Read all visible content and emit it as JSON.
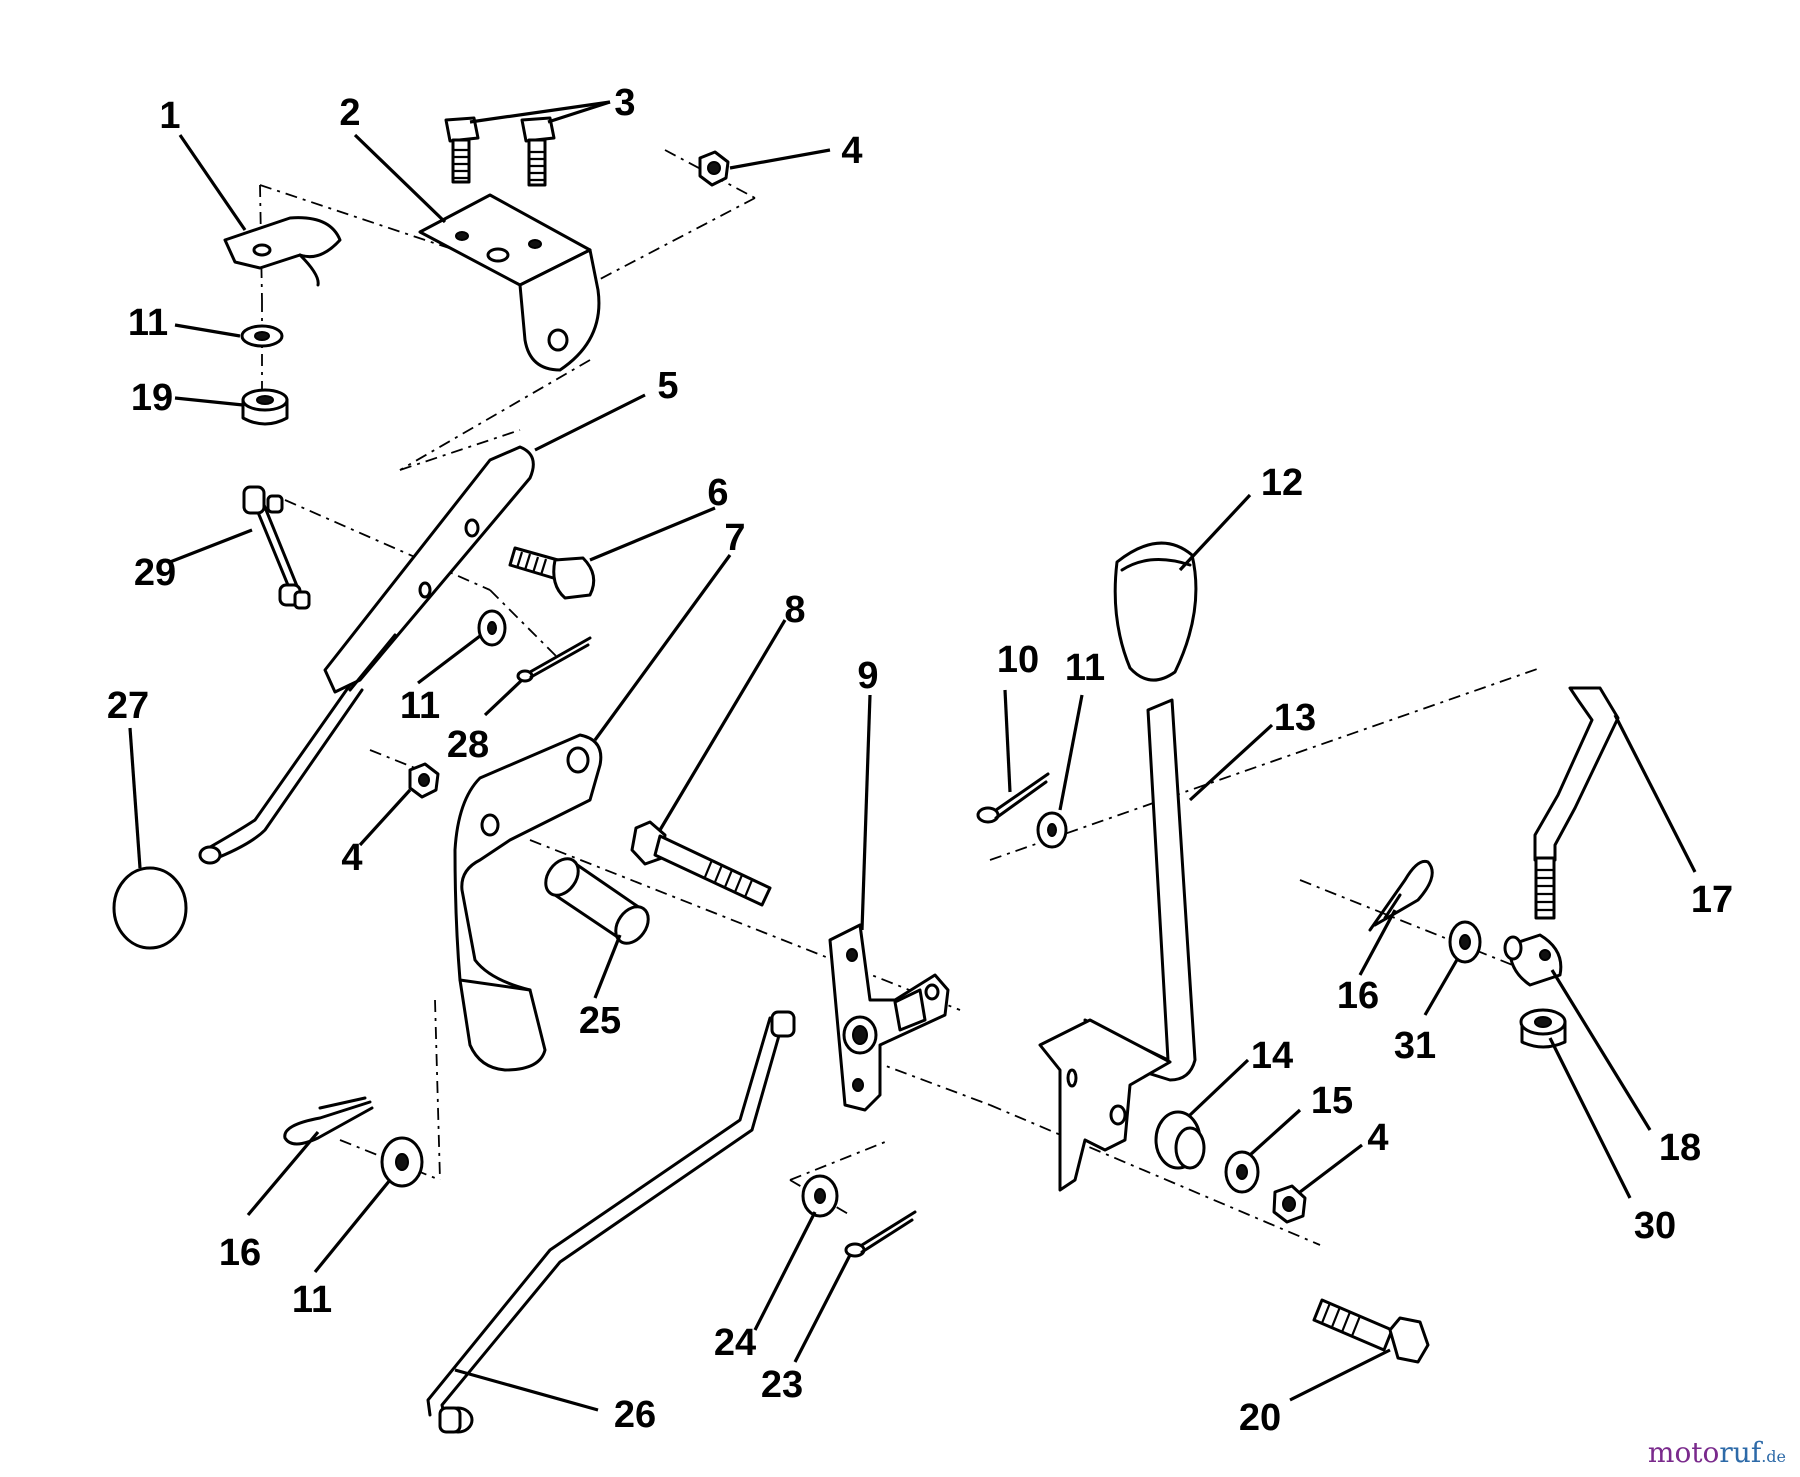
{
  "diagram": {
    "callouts": {
      "p1": "1",
      "p2": "2",
      "p3": "3",
      "p4a": "4",
      "p4b": "4",
      "p4c": "4",
      "p5": "5",
      "p6": "6",
      "p7": "7",
      "p8": "8",
      "p9": "9",
      "p10": "10",
      "p11a": "11",
      "p11b": "11",
      "p11c": "11",
      "p11d": "11",
      "p12": "12",
      "p13": "13",
      "p14": "14",
      "p15": "15",
      "p16a": "16",
      "p16b": "16",
      "p17": "17",
      "p18": "18",
      "p19": "19",
      "p20": "20",
      "p23": "23",
      "p24": "24",
      "p25": "25",
      "p26": "26",
      "p27": "27",
      "p28": "28",
      "p29": "29",
      "p30": "30",
      "p31": "31"
    }
  },
  "watermark": {
    "part1": "moto",
    "part2": "ruf",
    "part3": ".de"
  }
}
